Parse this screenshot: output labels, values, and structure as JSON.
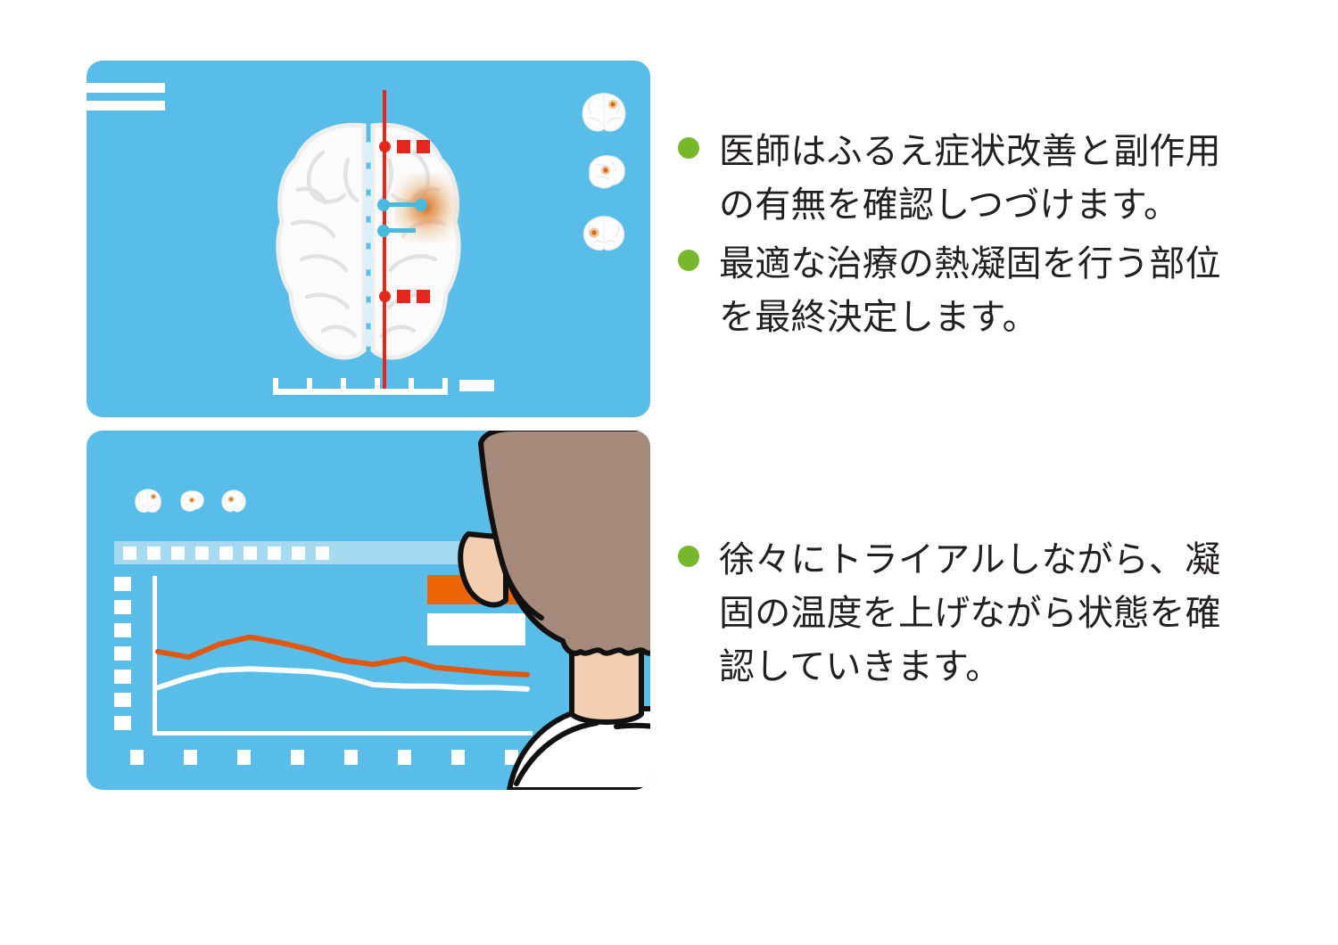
{
  "panels": {
    "brain_viewer": {
      "name": "brain-targeting-viewer",
      "background_color": "#58bee9",
      "header_bars": 2,
      "reference_line_color": "#e8251c",
      "probe_marker_color": "#49b9dd",
      "lesion_heat_color": "#d66a18",
      "thumbnails": [
        "axial-brain-thumbnail",
        "sagittal-brain-thumbnail",
        "coronal-brain-thumbnail"
      ],
      "ruler_ticks": 6,
      "scale_block_label": ""
    },
    "chart_viewer": {
      "name": "trial-monitor-viewer",
      "background_color": "#58bee9",
      "mini_thumbnails": [
        "axial-brain-mini",
        "sagittal-brain-mini",
        "coronal-brain-mini"
      ],
      "progress_segments": 9,
      "progress_track_color": "#a6daf0",
      "alert_color": "#ec6608",
      "observer": "doctor-back-view"
    }
  },
  "chart_data": {
    "type": "line",
    "title": "",
    "xlabel": "",
    "ylabel": "",
    "x": [
      0,
      1,
      2,
      3,
      4,
      5,
      6,
      7,
      8,
      9,
      10,
      11,
      12
    ],
    "xlim": [
      0,
      12
    ],
    "ylim": [
      0,
      100
    ],
    "grid": false,
    "legend": "none",
    "y_tick_labels": [
      "",
      "",
      "",
      "",
      "",
      "",
      ""
    ],
    "x_tick_labels": [
      "",
      "",
      "",
      "",
      "",
      "",
      "",
      ""
    ],
    "series": [
      {
        "name": "tremor-amplitude-orange",
        "color": "#e0570d",
        "values": [
          52,
          48,
          57,
          62,
          58,
          53,
          46,
          43,
          47,
          41,
          39,
          37,
          36
        ]
      },
      {
        "name": "side-effect-white",
        "color": "#ffffff",
        "values": [
          27,
          34,
          39,
          40,
          39,
          38,
          35,
          29,
          28,
          28,
          27,
          27,
          26
        ]
      }
    ]
  },
  "bullets_top": [
    {
      "id": "bullet-doctor-monitors-tremor",
      "text": "医師はふるえ症状改善と副作用\nの有無を確認しつづけます。"
    },
    {
      "id": "bullet-final-coagulation-site",
      "text": "最適な治療の熱凝固を行う部位\nを最終決定します。"
    }
  ],
  "bullets_bottom": [
    {
      "id": "bullet-gradual-trial-temperature",
      "text": "徐々にトライアルしながら、凝\n固の温度を上げながら状態を確\n認していきます。"
    }
  ],
  "colors": {
    "bullet_green": "#76b82a",
    "panel_blue": "#58bee9",
    "accent_orange": "#ec6608",
    "marker_red": "#e8251c",
    "probe_cyan": "#49b9dd",
    "text_black": "#231f20",
    "hair_brown": "#a5897a",
    "skin": "#f3cfb0"
  }
}
